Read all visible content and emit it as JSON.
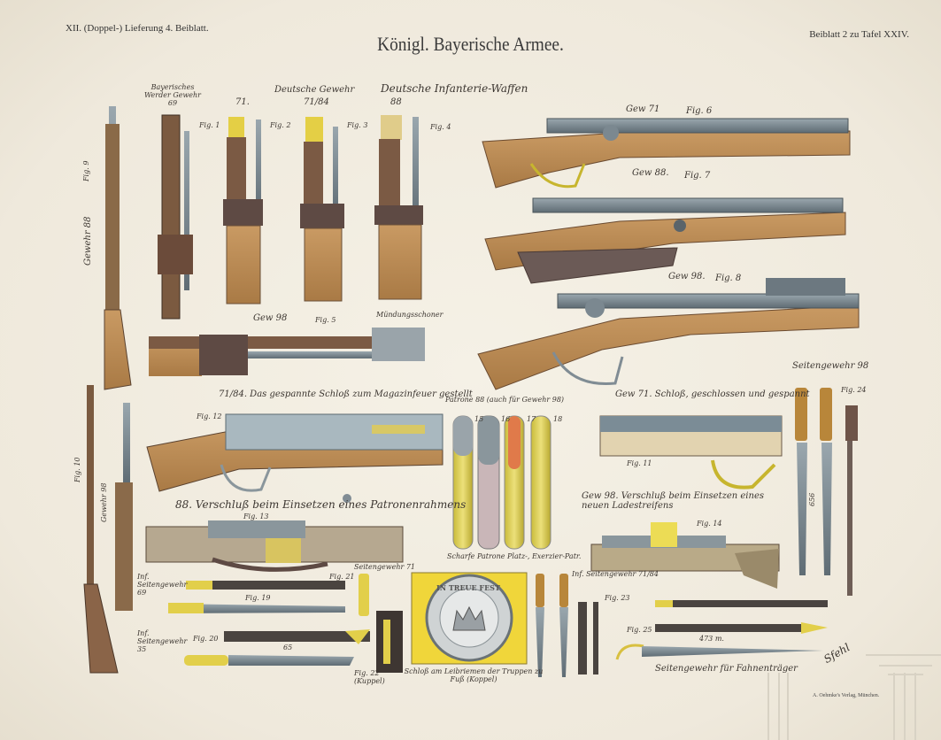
{
  "header": {
    "left": "XII. (Doppel-) Lieferung 4. Beiblatt.",
    "title": "Königl. Bayerische Armee.",
    "right": "Beiblatt 2 zu Tafel XXIV."
  },
  "labels": {
    "bayr_werder": "Bayerisches Werder Gewehr 69",
    "fig1": "Fig. 1",
    "g71": "71.",
    "fig2": "Fig. 2",
    "deutsche_gewehr": "Deutsche Gewehr",
    "g71_84": "71/84",
    "fig3": "Fig. 3",
    "deutsche_inf_waffen": "Deutsche Infanterie-Waffen",
    "g88": "88",
    "fig4": "Fig. 4",
    "gew88_vert": "Gewehr 88",
    "fig9": "Fig. 9",
    "gew71": "Gew 71",
    "fig6": "Fig. 6",
    "gew88": "Gew 88.",
    "fig7": "Fig. 7",
    "gew98": "Gew 98.",
    "fig8": "Fig. 8",
    "gew98_fig5": "Gew 98",
    "fig5": "Fig. 5",
    "muendungsschoner": "Mündungsschoner",
    "schloss_7184": "71/84. Das gespannte Schloß zum Magazinfeuer gestellt",
    "fig12": "Fig. 12",
    "patrone": "Patrone 88 (auch für Gewehr 98)",
    "fig15": "15",
    "fig16": "16",
    "fig17": "17",
    "fig18": "18",
    "cart_labels": "Scharfe Patrone   Platz-, Exerzier-Patr.",
    "verschluss88": "88. Verschluß beim Einsetzen eines Patronenrahmens",
    "fig13": "Fig. 13",
    "gew71_schloss": "Gew 71. Schloß, geschlossen und gespannt",
    "fig11": "Fig. 11",
    "gew98_verschluss": "Gew 98. Verschluß beim Einsetzen eines neuen Ladestreifens",
    "fig14": "Fig. 14",
    "seitengewehr98": "Seitengewehr 98",
    "fig24": "Fig. 24",
    "len656": "656",
    "fig10": "Fig. 10",
    "gewehr98_vert": "Gewehr 98",
    "inf_seitengewehr69": "Inf. Seitengewehr 69",
    "fig19": "Fig. 19",
    "inf_seitengewehr35": "Inf. Seitengewehr 35",
    "fig20": "Fig. 20",
    "len65": "65",
    "seitengewehr71": "Seitengewehr 71",
    "fig21": "Fig. 21",
    "fig22": "Fig. 22 (Kuppel)",
    "schloss_koppel": "Schloß am Leibriemen der Truppen zu Fuß (Koppel)",
    "buckle_motto": "IN TREUE FEST",
    "inf_seitengewehr_84": "Inf. Seitengewehr 71/84",
    "fig23": "Fig. 23",
    "fig25": "Fig. 25",
    "len473": "473 m.",
    "seitengewehr_fahnentraeger": "Seitengewehr für Fahnenträger",
    "signature": "Sfehl",
    "publisher": "A. Oehmke's Verlag, München."
  },
  "colors": {
    "paper": "#f2ede1",
    "wood": "#b88a55",
    "metal": "#7f8c94",
    "brass": "#d8c84a",
    "buckle_yellow": "#f0d63a"
  }
}
